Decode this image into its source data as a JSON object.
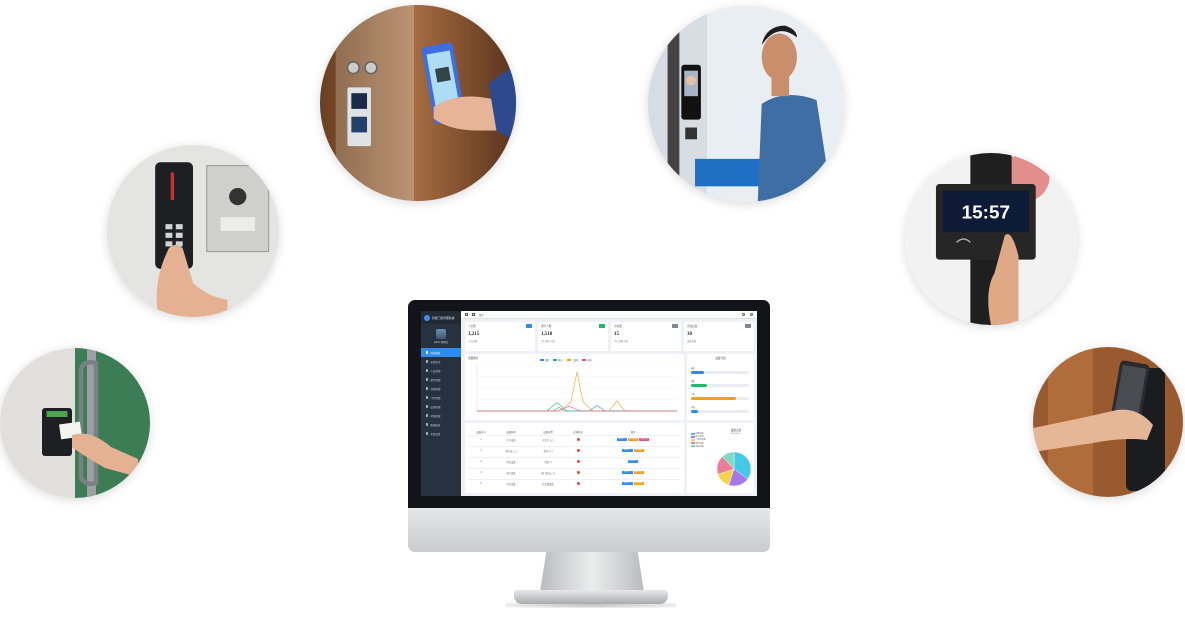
{
  "photos": [
    {
      "id": "elevator",
      "label": "elevator-qr-scan-photo"
    },
    {
      "id": "face",
      "label": "face-recognition-terminal-photo"
    },
    {
      "id": "keypad",
      "label": "keypad-card-reader-photo"
    },
    {
      "id": "clock",
      "label": "time-attendance-terminal-photo",
      "clock_time": "15:57"
    },
    {
      "id": "card",
      "label": "card-swipe-door-photo"
    },
    {
      "id": "phone",
      "label": "phone-nfc-reader-photo"
    }
  ],
  "dashboard": {
    "brand": "智能门禁管理系统",
    "user": "admin 管理员",
    "topbar_tab": "首页",
    "nav": [
      {
        "label": "首页概览",
        "active": true
      },
      {
        "label": "实时监控"
      },
      {
        "label": "人员管理"
      },
      {
        "label": "通行管理"
      },
      {
        "label": "访客管理"
      },
      {
        "label": "门禁管理"
      },
      {
        "label": "设备管理"
      },
      {
        "label": "考勤管理"
      },
      {
        "label": "数据报表"
      },
      {
        "label": "系统设置"
      }
    ],
    "stats": [
      {
        "label": "人员数",
        "value": "3,215",
        "sub": "人员总数",
        "badge_color": "#2d8cf0"
      },
      {
        "label": "通行人数",
        "value": "1,510",
        "sub": "今日通行人数",
        "badge_color": "#19be6b"
      },
      {
        "label": "访客数",
        "value": "15",
        "sub": "今日访客人数",
        "badge_color": "#808695"
      },
      {
        "label": "离线设备",
        "value": "30",
        "sub": "设备总数",
        "badge_color": "#808695"
      }
    ],
    "line_chart": {
      "title": "流量统计",
      "legend": [
        {
          "name": "刷脸",
          "color": "#2d8cf0"
        },
        {
          "name": "刷卡",
          "color": "#19be6b"
        },
        {
          "name": "二维码",
          "color": "#f0a020"
        },
        {
          "name": "密码",
          "color": "#ed4a8a"
        }
      ]
    },
    "bars_panel": {
      "title": "设备分组",
      "bars": [
        {
          "label": "A栋",
          "value": 0.22,
          "color": "#2d8cf0"
        },
        {
          "label": "B栋",
          "value": 0.28,
          "color": "#19be6b"
        },
        {
          "label": "C栋",
          "value": 0.78,
          "color": "#f0a020"
        },
        {
          "label": "D栋",
          "value": 0.12,
          "color": "#2d8cf0"
        }
      ]
    },
    "table": {
      "headers": [
        "设备序号",
        "设备名称",
        "设备位置",
        "在线状态",
        "操作"
      ],
      "rows": [
        {
          "no": "1",
          "name": "东门设备",
          "location": "东北门入口",
          "actions": [
            "远程开门",
            "修改配置",
            "查看记录"
          ]
        },
        {
          "no": "2",
          "name": "北区出入口",
          "location": "北区大门",
          "actions": [
            "远程开门",
            "修改配置"
          ]
        },
        {
          "no": "3",
          "name": "西区设备",
          "location": "西区门",
          "actions": [
            "远程开门"
          ]
        },
        {
          "no": "4",
          "name": "南门设备",
          "location": "南门进出入口",
          "actions": [
            "远程开门",
            "修改配置"
          ]
        },
        {
          "no": "5",
          "name": "中区设备",
          "location": "综合楼通道",
          "actions": [
            "远程开门",
            "修改配置"
          ]
        }
      ],
      "action_colors": [
        "#2d8cf0",
        "#f0a020",
        "#ed4a8a"
      ]
    },
    "pie": {
      "title": "设备占比",
      "subtitle": "在线设备占比",
      "slices": [
        {
          "label": "刷脸设备",
          "value": 35,
          "color": "#46c8e8"
        },
        {
          "label": "刷卡设备",
          "value": 20,
          "color": "#a478e8"
        },
        {
          "label": "二维码设备",
          "value": 15,
          "color": "#f5d44a"
        },
        {
          "label": "密码设备",
          "value": 18,
          "color": "#f07b9b"
        },
        {
          "label": "指纹设备",
          "value": 12,
          "color": "#7fd8c2"
        }
      ]
    }
  }
}
